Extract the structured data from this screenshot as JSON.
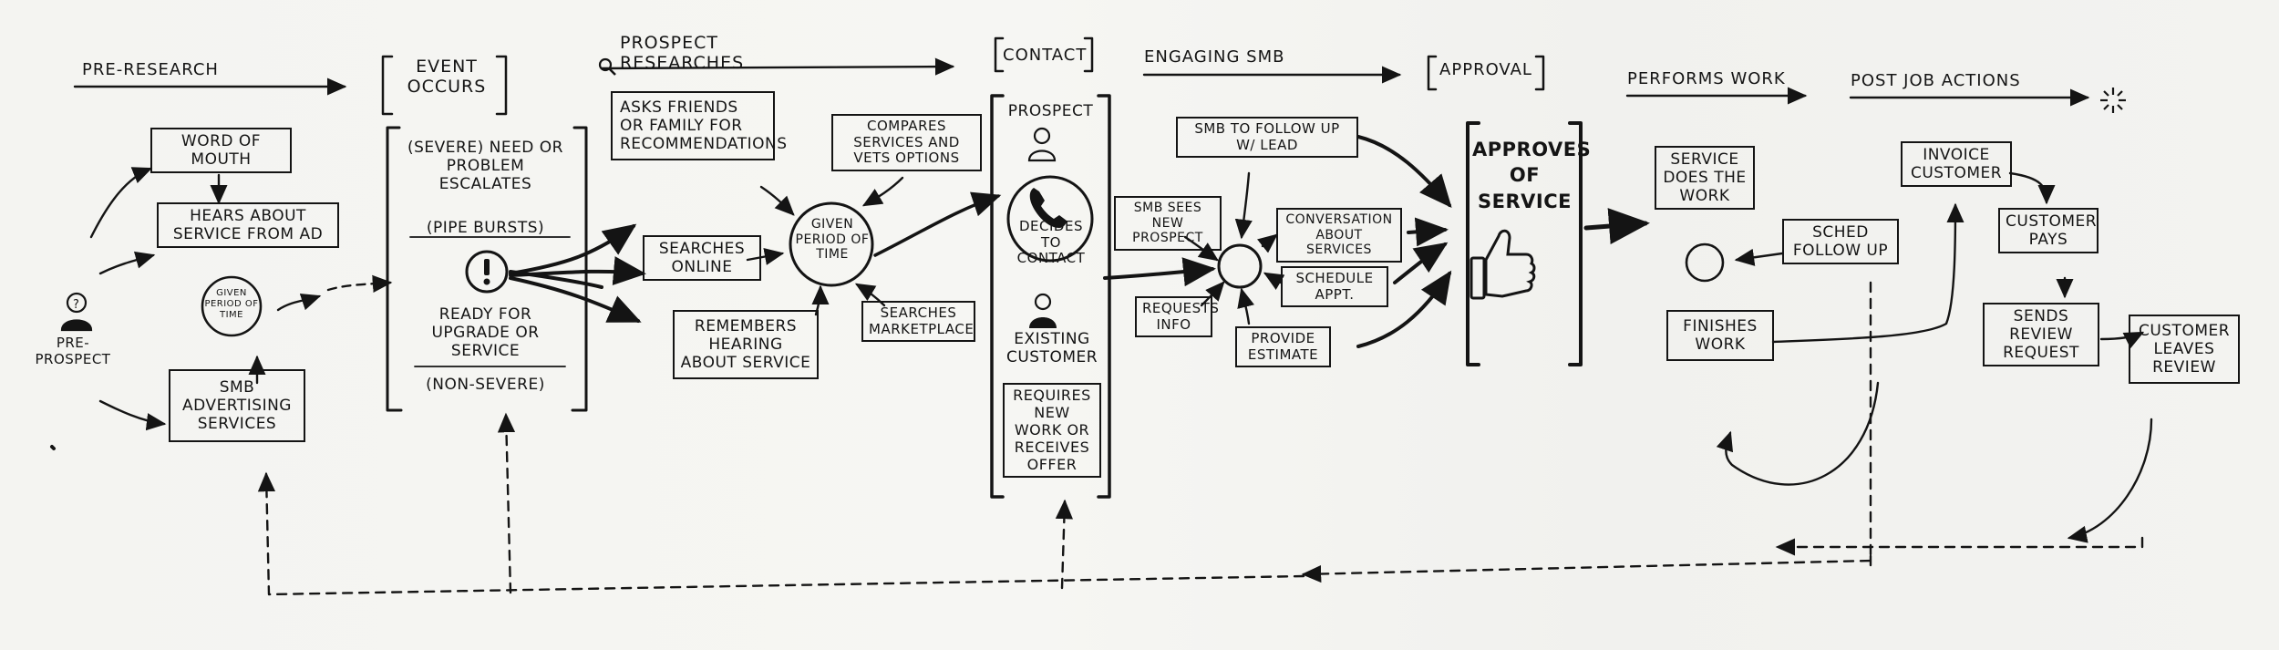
{
  "stages": {
    "pre_research": "PRE-RESEARCH",
    "event_occurs": "EVENT OCCURS",
    "prospect_researches": "PROSPECT RESEARCHES",
    "contact": "CONTACT",
    "engaging_smb": "ENGAGING SMB",
    "approval": "APPROVAL",
    "performs_work": "PERFORMS WORK",
    "post_job_actions": "POST JOB ACTIONS"
  },
  "nodes": {
    "pre_prospect": "PRE-PROSPECT",
    "word_of_mouth": "WORD OF MOUTH",
    "hears_about_service": "HEARS ABOUT SERVICE FROM AD",
    "given_period_small": "GIVEN PERIOD OF TIME",
    "smb_advertising": "SMB ADVERTISING SERVICES",
    "severe_need": "(SEVERE) NEED OR PROBLEM ESCALATES",
    "pipe_bursts": "(PIPE BURSTS)",
    "ready_for_upgrade": "READY FOR UPGRADE OR SERVICE",
    "non_severe": "(NON-SEVERE)",
    "asks_friends": "ASKS FRIENDS OR FAMILY FOR RECOMMENDATIONS",
    "compares_services": "COMPARES SERVICES AND VETS OPTIONS",
    "searches_online": "SEARCHES ONLINE",
    "given_period_large": "GIVEN PERIOD OF TIME",
    "remembers_hearing": "REMEMBERS HEARING ABOUT SERVICE",
    "searches_marketplace": "SEARCHES MARKETPLACE",
    "prospect": "PROSPECT",
    "decides_to_contact": "DECIDES TO CONTACT",
    "existing_customer": "EXISTING CUSTOMER",
    "requires_new_work": "REQUIRES NEW WORK OR RECEIVES OFFER",
    "smb_follow_up": "SMB TO FOLLOW UP W/ LEAD",
    "smb_sees_prospect": "SMB SEES NEW PROSPECT",
    "conversation_services": "CONVERSATION ABOUT SERVICES",
    "schedule_appt": "SCHEDULE APPT.",
    "requests_info": "REQUESTS INFO",
    "provide_estimate": "PROVIDE ESTIMATE",
    "approves_service": "APPROVES OF SERVICE",
    "service_does_work": "SERVICE DOES THE WORK",
    "sched_follow_up": "SCHED FOLLOW UP",
    "finishes_work": "FINISHES WORK",
    "invoice_customer": "INVOICE CUSTOMER",
    "customer_pays": "CUSTOMER PAYS",
    "sends_review_request": "SENDS REVIEW REQUEST",
    "customer_leaves_review": "CUSTOMER LEAVES REVIEW"
  },
  "icons": [
    "person-icon",
    "exclamation-icon",
    "phone-icon",
    "thumbs-up-icon",
    "cycle-icon",
    "magnifier-icon",
    "sparkle-icon"
  ],
  "colors": {
    "ink": "#141414",
    "paper": "#f4f4f1"
  }
}
